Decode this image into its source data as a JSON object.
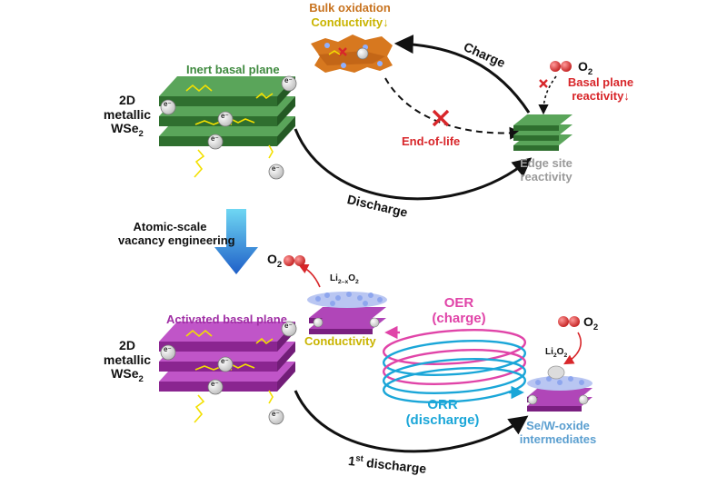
{
  "palette": {
    "green": "#3f8a3f",
    "purple": "#a02fa5",
    "orange": "#c8731f",
    "yellow": "#c9b400",
    "red": "#d8262a",
    "gray": "#9a9a9a",
    "pink": "#e044a8",
    "cyan": "#1aa6d8",
    "blue_arrow_top": "#6fd7f3",
    "blue_arrow_bottom": "#1f5fc8"
  },
  "top": {
    "bulk_oxidation": "Bulk oxidation",
    "conductivity_down": "Conductivity↓",
    "inert_basal_plane": "Inert basal plane",
    "material_line1": "2D",
    "material_line2": "metallic",
    "material_line3": "WSe",
    "material_sub": "2",
    "charge": "Charge",
    "end_of_life": "End-of-life",
    "o2": "O",
    "o2_sub": "2",
    "basal_line1": "Basal plane",
    "basal_line2": "reactivity↓",
    "edge_line1": "Edge site",
    "edge_line2": "reactivity",
    "discharge": "Discharge"
  },
  "middle": {
    "engineering_line1": "Atomic-scale",
    "engineering_line2": "vacancy engineering"
  },
  "bottom": {
    "o2": "O",
    "o2_sub": "2",
    "li_label": "Li",
    "li_sub": "2–x",
    "li_tail": "O",
    "li_tail_sub": "2",
    "activated_basal_plane": "Activated basal plane",
    "conductivity": "Conductivity",
    "material_line1": "2D",
    "material_line2": "metallic",
    "material_line3": "WSe",
    "material_sub": "2",
    "oer_line1": "OER",
    "oer_line2": "(charge)",
    "orr_line1": "ORR",
    "orr_line2": "(discharge)",
    "o2_right": "O",
    "o2_right_sub": "2",
    "li2o2": "Li",
    "li2o2_sub": "2",
    "li2o2_tail": "O",
    "li2o2_tail_sub": "2",
    "intermediates_line1": "Se/W-oxide",
    "intermediates_line2": "intermediates",
    "first_discharge": "1",
    "first_discharge_sup": "st",
    "first_discharge_tail": " discharge"
  },
  "electron": "e⁻"
}
